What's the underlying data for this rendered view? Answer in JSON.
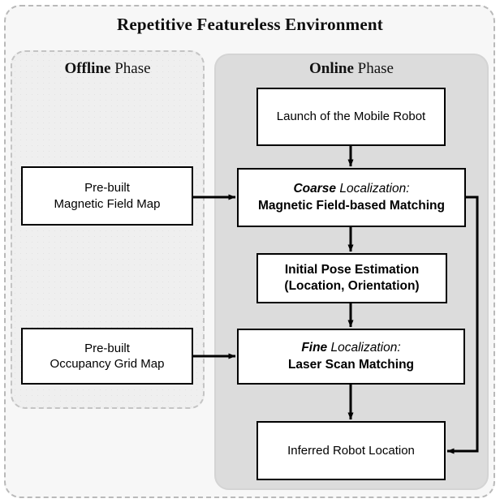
{
  "diagram": {
    "title": "Repetitive Featureless Environment",
    "phases": [
      {
        "id": "offline",
        "strong": "Offline",
        "light": " Phase"
      },
      {
        "id": "online",
        "strong": "Online",
        "light": " Phase"
      }
    ],
    "nodes": {
      "magnetic_map": {
        "line1": "Pre-built",
        "line2": "Magnetic Field Map"
      },
      "occupancy_map": {
        "line1": "Pre-built",
        "line2": "Occupancy Grid Map"
      },
      "launch": {
        "line1": "Launch of the Mobile Robot"
      },
      "coarse": {
        "head_em": "Coarse",
        "head_rg": " Localization:",
        "body": "Magnetic Field-based Matching"
      },
      "initial_pose": {
        "line1": "Initial Pose Estimation",
        "line2": "(Location, Orientation)"
      },
      "fine": {
        "head_em": "Fine",
        "head_rg": " Localization:",
        "body": "Laser Scan Matching"
      },
      "inferred": {
        "line1": "Inferred Robot Location"
      }
    },
    "edges": [
      {
        "name": "magnetic-map-to-coarse",
        "from": "magnetic_map",
        "to": "coarse",
        "direction": "right"
      },
      {
        "name": "occupancy-map-to-fine",
        "from": "occupancy_map",
        "to": "fine",
        "direction": "right"
      },
      {
        "name": "launch-to-coarse",
        "from": "launch",
        "to": "coarse",
        "direction": "down"
      },
      {
        "name": "coarse-to-initial-pose",
        "from": "coarse",
        "to": "initial_pose",
        "direction": "down"
      },
      {
        "name": "initial-pose-to-fine",
        "from": "initial_pose",
        "to": "fine",
        "direction": "down"
      },
      {
        "name": "fine-to-inferred",
        "from": "fine",
        "to": "inferred",
        "direction": "down"
      },
      {
        "name": "coarse-to-inferred-feedback",
        "from": "coarse",
        "to": "inferred",
        "direction": "left"
      }
    ],
    "colors": {
      "page_background": "#ffffff",
      "outer_panel_fill": "#f7f7f7",
      "outer_panel_border": "#b9b9b9",
      "offline_panel_fill": "#efefef",
      "offline_panel_border": "#c4c4c4",
      "online_panel_fill": "#dcdcdc",
      "online_panel_border": "#d4d4d4",
      "node_fill": "#ffffff",
      "node_border": "#000000",
      "connector": "#000000",
      "text": "#000000"
    }
  }
}
